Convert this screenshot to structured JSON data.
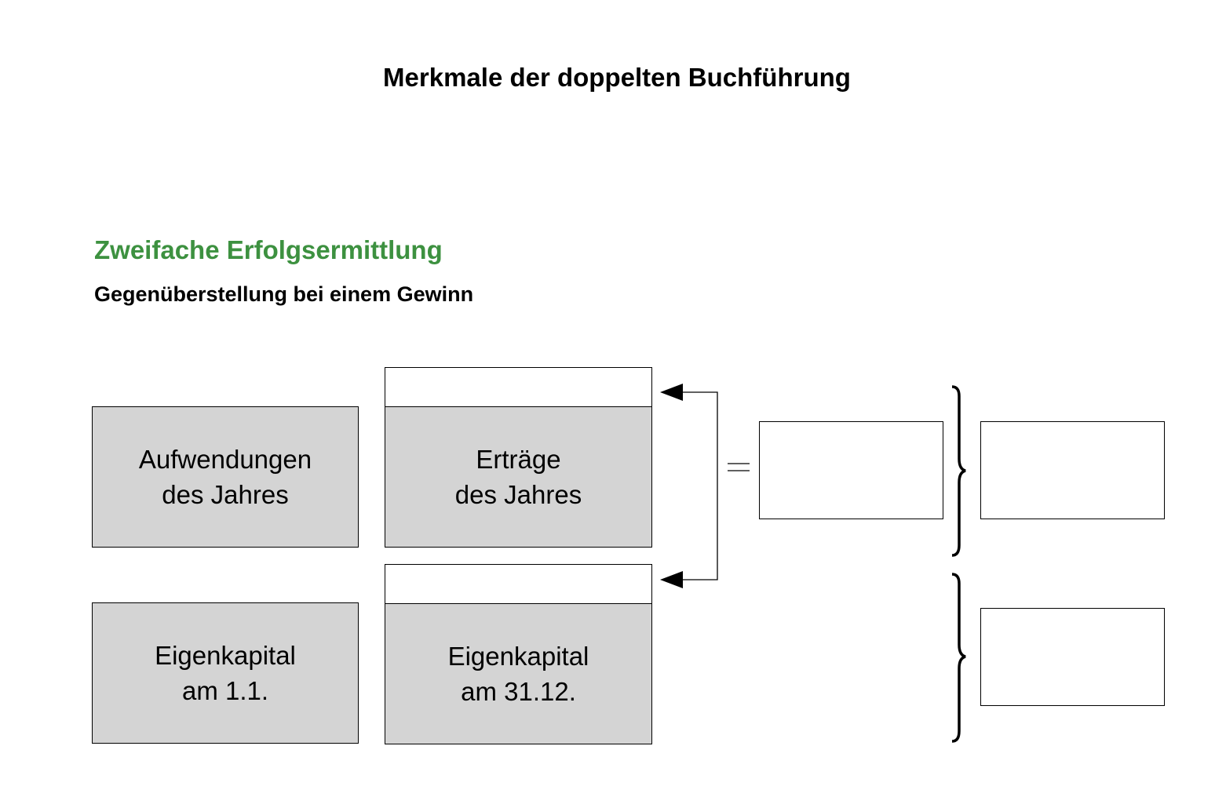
{
  "title": "Merkmale der doppelten Buchführung",
  "section": {
    "heading": "Zweifache Erfolgsermittlung",
    "subheading": "Gegenüberstellung bei einem Gewinn"
  },
  "boxes": {
    "expenses": {
      "line1": "Aufwendungen",
      "line2": "des Jahres"
    },
    "revenues": {
      "line1": "Erträge",
      "line2": "des Jahres"
    },
    "equity_start": {
      "line1": "Eigenkapital",
      "line2": "am 1.1."
    },
    "equity_end": {
      "line1": "Eigenkapital",
      "line2": "am 31.12."
    }
  },
  "colors": {
    "accent": "#3d9140",
    "box_fill": "#d4d4d4"
  }
}
